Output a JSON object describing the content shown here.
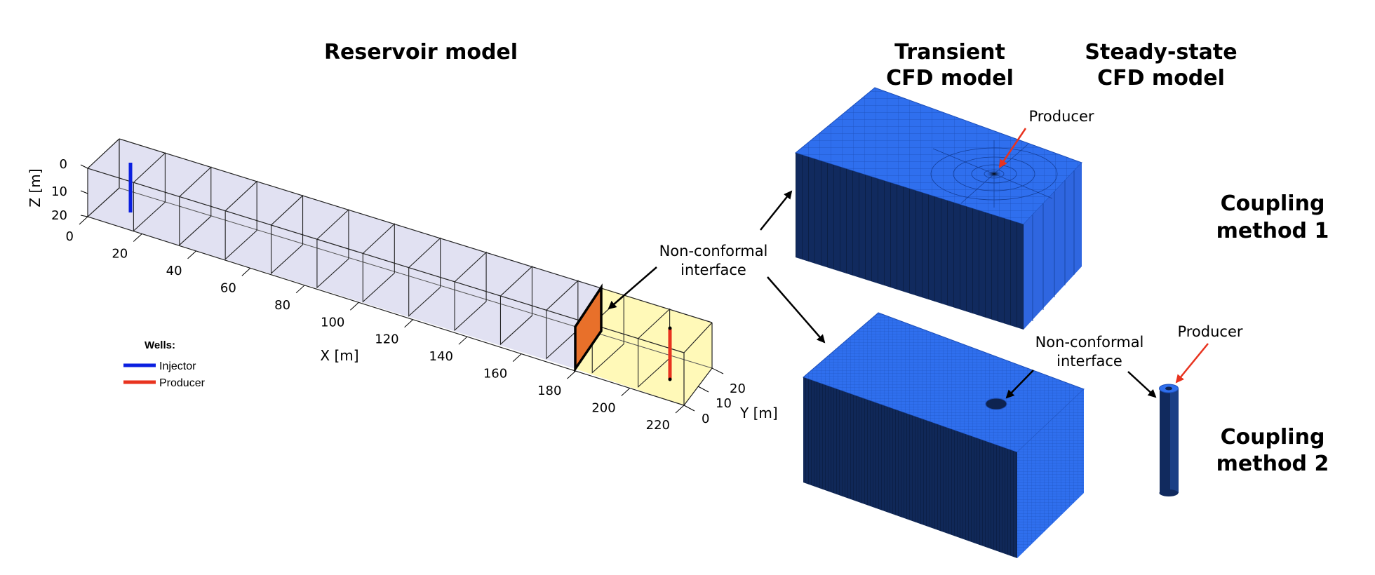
{
  "titles": {
    "reservoir": "Reservoir model",
    "transient_line1": "Transient",
    "transient_line2": "CFD model",
    "steady_line1": "Steady-state",
    "steady_line2": "CFD model",
    "coupling1_line1": "Coupling",
    "coupling1_line2": "method 1",
    "coupling2_line1": "Coupling",
    "coupling2_line2": "method 2"
  },
  "annotations": {
    "interface_main_line1": "Non-conformal",
    "interface_main_line2": "interface",
    "interface_sub_line1": "Non-conformal",
    "interface_sub_line2": "interface",
    "producer_top": "Producer",
    "producer_right": "Producer"
  },
  "axes": {
    "z_label": "Z [m]",
    "x_label": "X [m]",
    "y_label": "Y [m]",
    "z_ticks": [
      "0",
      "10",
      "20"
    ],
    "x_ticks": [
      "0",
      "20",
      "40",
      "60",
      "80",
      "100",
      "120",
      "140",
      "160",
      "180",
      "200",
      "220"
    ],
    "y_ticks": [
      "20",
      "10",
      "0"
    ]
  },
  "legend": {
    "title": "Wells:",
    "items": [
      {
        "label": "Injector",
        "color": "#0a1fe0"
      },
      {
        "label": "Producer",
        "color": "#e8331f"
      }
    ]
  },
  "colors": {
    "reservoir_grid": "#dcdcf0",
    "cfd_region": "#fff8b0",
    "interface_face": "#e8702a",
    "mesh_top": "#2f6fee",
    "mesh_side": "#0e2350",
    "arrow_red": "#e8331f"
  }
}
